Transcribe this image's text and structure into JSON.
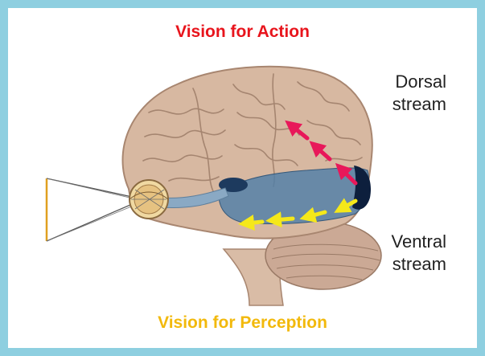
{
  "titles": {
    "top": "Vision for Action",
    "bottom": "Vision for Perception"
  },
  "labels": {
    "dorsal_line1": "Dorsal",
    "dorsal_line2": "stream",
    "ventral_line1": "Ventral",
    "ventral_line2": "stream"
  },
  "colors": {
    "frame": "#8ecfe0",
    "action_title": "#e8141c",
    "perception_title": "#f2b90c",
    "dorsal_arrows": "#e8185a",
    "ventral_arrows": "#f5e81a",
    "ventral_region": "#4f7fa8",
    "brain": "#d7b8a1"
  },
  "icons": {
    "eye": "eye-icon",
    "visual_field": "visual-field-icon",
    "brain": "brain-illustration"
  }
}
